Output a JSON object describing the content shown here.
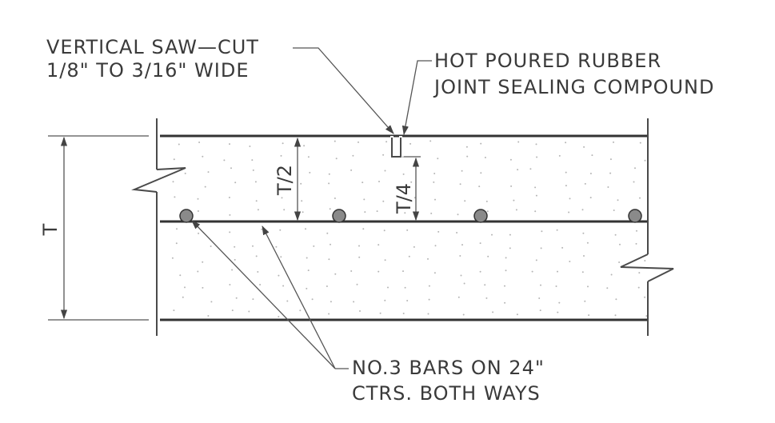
{
  "labels": {
    "saw_cut": [
      "VERTICAL SAW—CUT",
      "1/8\" TO 3/16\" WIDE"
    ],
    "sealant": [
      "HOT POURED RUBBER",
      "JOINT SEALING COMPOUND"
    ],
    "bars": [
      "NO.3 BARS ON 24\"",
      "CTRS. BOTH WAYS"
    ],
    "dim_total": "T",
    "dim_half": "T/2",
    "dim_quarter": "T/4"
  },
  "colors": {
    "line": "#4a4a4a",
    "rebar_fill": "#8a8a8a"
  }
}
